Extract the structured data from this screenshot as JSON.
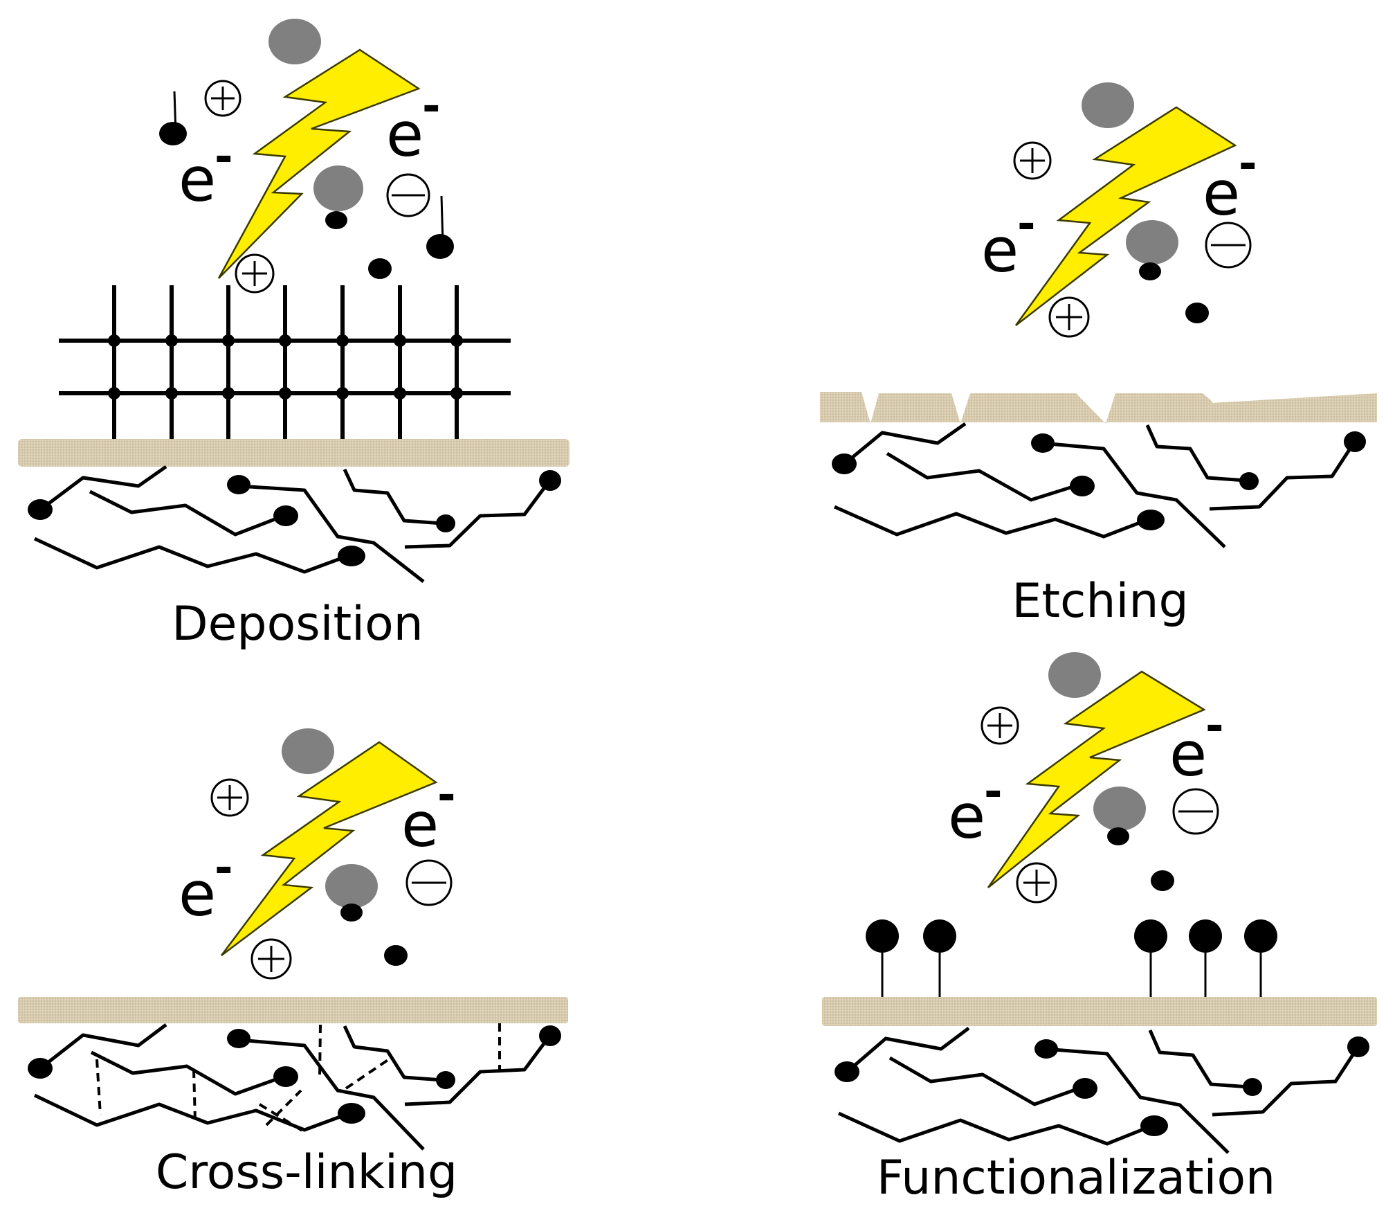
{
  "diagram": {
    "panels": [
      {
        "id": "deposition",
        "label": "Deposition"
      },
      {
        "id": "etching",
        "label": "Etching"
      },
      {
        "id": "cross-linking",
        "label": "Cross-linking"
      },
      {
        "id": "functionalization",
        "label": "Functionalization"
      }
    ],
    "electron_symbol": "e",
    "electron_charge": "-",
    "colors": {
      "bolt_fill": "#ffee00",
      "bolt_stroke": "#3a3a00",
      "neutral_particle": "#808080",
      "radical": "#000000",
      "surface": "#d8ccb0",
      "background": "#ffffff"
    },
    "icons": [
      "lightning-bolt-icon",
      "positive-ion-icon",
      "negative-ion-icon",
      "neutral-particle-icon",
      "radical-icon",
      "polymer-chain-icon",
      "crosslink-icon",
      "surface-substrate-icon"
    ]
  }
}
